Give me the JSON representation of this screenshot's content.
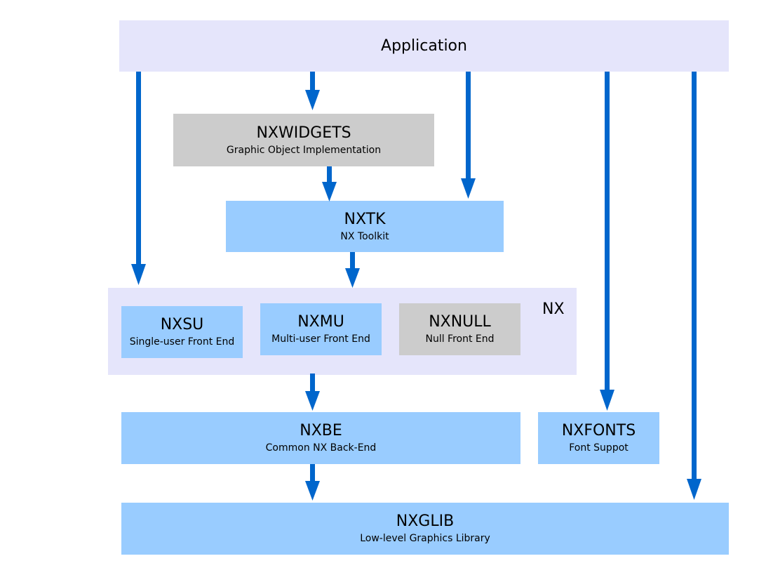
{
  "colors": {
    "application_bg": "#e5e5fb",
    "nx_container_bg": "#e5e5fb",
    "component_blue": "#99ccff",
    "component_gray": "#cccccc",
    "arrow": "#0066cc"
  },
  "application": {
    "title": "Application"
  },
  "nxwidgets": {
    "title": "NXWIDGETS",
    "subtitle": "Graphic Object Implementation"
  },
  "nxtk": {
    "title": "NXTK",
    "subtitle": "NX Toolkit"
  },
  "nx": {
    "label": "NX",
    "nxsu": {
      "title": "NXSU",
      "subtitle": "Single-user Front End"
    },
    "nxmu": {
      "title": "NXMU",
      "subtitle": "Multi-user Front End"
    },
    "nxnull": {
      "title": "NXNULL",
      "subtitle": "Null Front End"
    }
  },
  "nxbe": {
    "title": "NXBE",
    "subtitle": "Common NX Back-End"
  },
  "nxfonts": {
    "title": "NXFONTS",
    "subtitle": "Font Suppot"
  },
  "nxglib": {
    "title": "NXGLIB",
    "subtitle": "Low-level Graphics Library"
  }
}
